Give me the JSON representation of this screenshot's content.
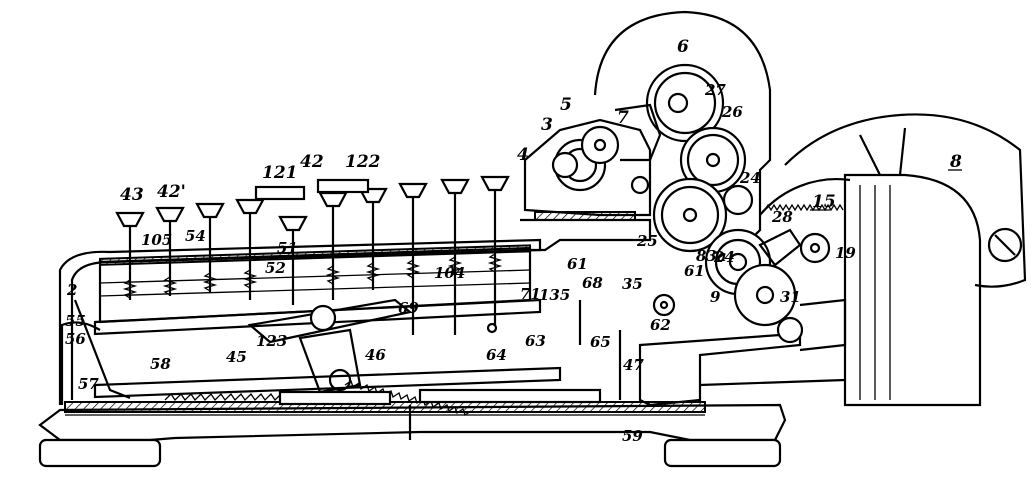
{
  "figure": {
    "labels": {
      "l6": "6",
      "l27": "27",
      "l26": "26",
      "l5": "5",
      "l7": "7",
      "l3": "3",
      "l4": "4",
      "l8": "8",
      "l24a": "24",
      "l15": "15",
      "l28": "28",
      "l19": "19",
      "l25": "25",
      "l24b": "24",
      "l83a": "83a",
      "l9": "9",
      "l31": "31",
      "l61a": "61",
      "l61b": "61",
      "l35": "35",
      "l68": "68",
      "l135": "135",
      "l71": "71",
      "l62": "62",
      "l65": "65",
      "l63": "63",
      "l47": "47",
      "l59": "59",
      "l64": "64",
      "l46": "46",
      "l45": "45",
      "l123": "123",
      "l58": "58",
      "l57": "57",
      "l56": "56",
      "l55": "55",
      "l2": "2",
      "l105": "105",
      "l54": "54",
      "l43": "43",
      "l42p": "42'",
      "l121": "121",
      "l42": "42",
      "l122": "122",
      "l51": "51",
      "l52": "52",
      "l104": "104",
      "l69": "69"
    }
  }
}
